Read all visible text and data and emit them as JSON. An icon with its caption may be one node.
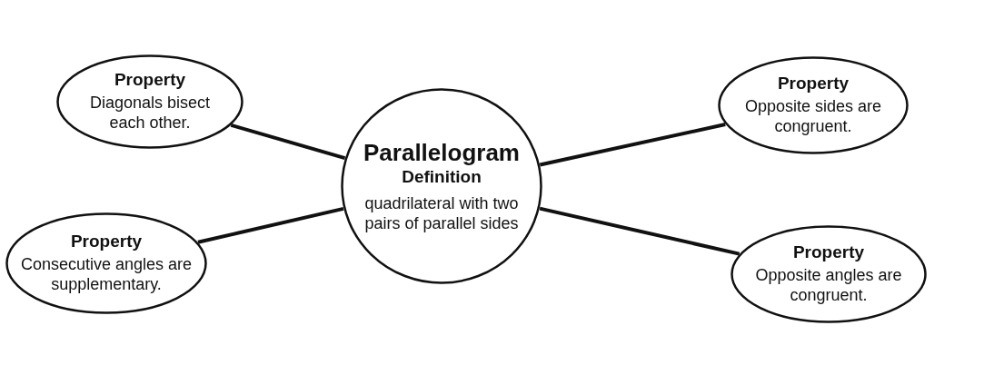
{
  "diagram": {
    "nodes": [
      {
        "text": [
          "Property",
          "Diagonals bisect each other."
        ]
      },
      {
        "text": [
          "Property",
          "Opposite sides are congruent."
        ]
      },
      {
        "text": [
          "Parallelogram",
          "Definition",
          "quadrilateral with two pairs of parallel sides"
        ]
      },
      {
        "text": [
          "Property",
          "Consecutive angles are supplementary."
        ]
      },
      {
        "text": [
          "Property",
          "Opposite angles are congruent."
        ]
      }
    ],
    "edges": [
      {
        "from": 2,
        "to": 0,
        "arrow": "none"
      },
      {
        "from": 2,
        "to": 1,
        "arrow": "none"
      },
      {
        "from": 2,
        "to": 3,
        "arrow": "none"
      },
      {
        "from": 2,
        "to": 4,
        "arrow": "none"
      }
    ]
  }
}
